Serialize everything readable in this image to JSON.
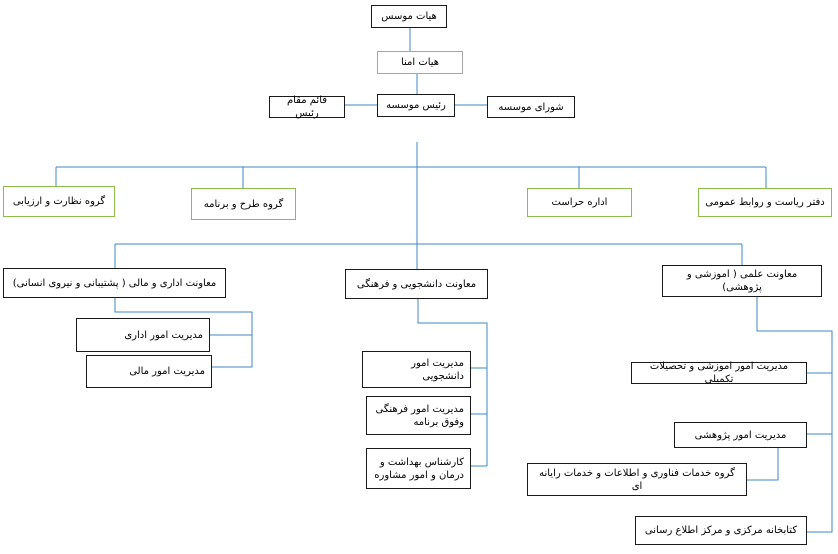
{
  "colors": {
    "connector": "#3f88c5",
    "dark_border": "#1a1a1a",
    "green_border": "#8dbb4c",
    "gray_border": "#a6a6a6"
  },
  "nodes": {
    "board_founders": "هیات موسس",
    "board_trustees": "هیات امنا",
    "president": "رئیس موسسه",
    "deputy_president": "قائم مقام رئیس",
    "council": "شورای موسسه",
    "office_head_pr": "دفتر ریاست و روابط عمومی",
    "security": "اداره حراست",
    "planning_group": "گروه طرح و برنامه",
    "supervision_group": "گروه نظارت و ارزیابی",
    "vp_academic": "معاونت علمی ( اموزشی و پژوهشی)",
    "vp_student": "معاونت دانشجویی و فرهنگی",
    "vp_admin": "معاونت اداری و مالی ( پشتیبانی و نیروی انسانی)",
    "admin_affairs": "مدیریت امور اداری",
    "finance_affairs": "مدیریت امور مالی",
    "student_affairs": "مدیریت امور دانشجویی",
    "cultural_affairs": "مدیریت امور فرهنگی وفوق برنامه",
    "health_expert": "کارشناس بهداشت و درمان و امور مشاوره",
    "education_affairs": "مدیریت امور اموزشی و تحصیلات تکمیلی",
    "research_affairs": "مدیریت امور پژوهشی",
    "it_group": "گروه خدمات فناوری و اطلاعات و خدمات رایانه ای",
    "library": "کتابخانه مرکزی و مرکز اطلاع رسانی"
  }
}
